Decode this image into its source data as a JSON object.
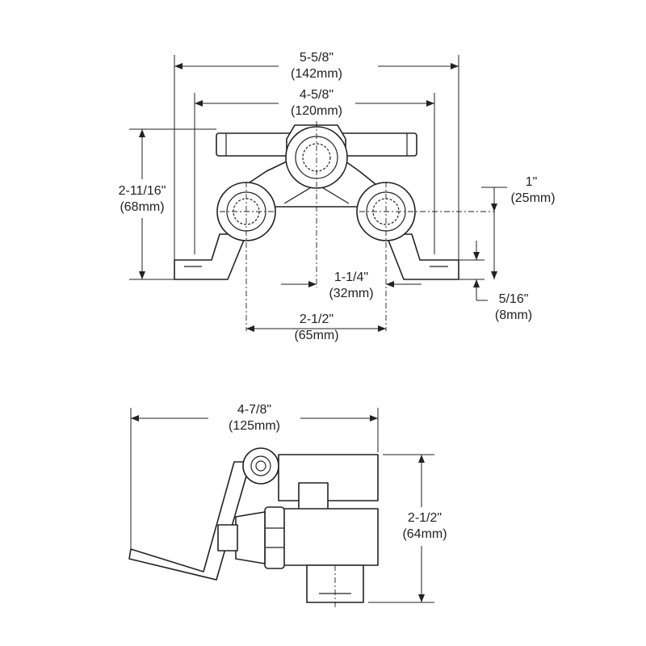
{
  "front_view": {
    "overall_width": {
      "inch": "5-5/8\"",
      "mm": "(142mm)"
    },
    "mount_width": {
      "inch": "4-5/8\"",
      "mm": "(120mm)"
    },
    "height": {
      "inch": "2-11/16\"",
      "mm": "(68mm)"
    },
    "outlet_spacing": {
      "inch": "2-1/2\"",
      "mm": "(65mm)"
    },
    "inlet_offset": {
      "inch": "1-1/4\"",
      "mm": "(32mm)"
    },
    "outlet_drop": {
      "inch": "1\"",
      "mm": "(25mm)"
    },
    "flange_thickness": {
      "inch": "5/16\"",
      "mm": "(8mm)"
    }
  },
  "side_view": {
    "depth": {
      "inch": "4-7/8\"",
      "mm": "(125mm)"
    },
    "height": {
      "inch": "2-1/2\"",
      "mm": "(64mm)"
    }
  }
}
